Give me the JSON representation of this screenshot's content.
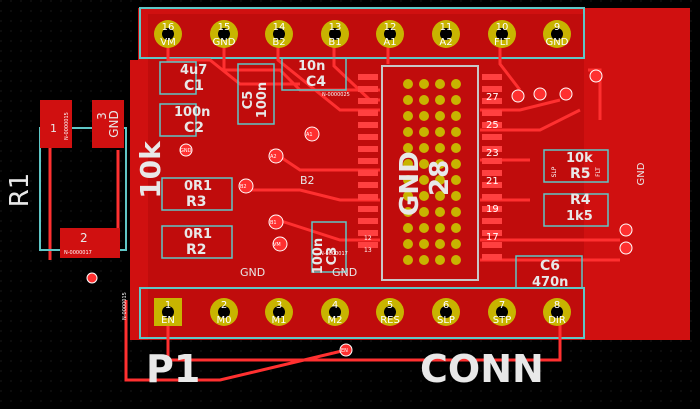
{
  "colors": {
    "board": "#d01010",
    "copper": "#ff2a2a",
    "pad": "#c8b400",
    "outline": "#5fc7c7",
    "silk": "#e0e0e0",
    "background": "#000000"
  },
  "header_top": {
    "pins": [
      {
        "num": "16",
        "name": "VM"
      },
      {
        "num": "15",
        "name": "GND"
      },
      {
        "num": "14",
        "name": "B2"
      },
      {
        "num": "13",
        "name": "B1"
      },
      {
        "num": "12",
        "name": "A1"
      },
      {
        "num": "11",
        "name": "A2"
      },
      {
        "num": "10",
        "name": "FLT"
      },
      {
        "num": "9",
        "name": "GND"
      }
    ]
  },
  "header_bottom": {
    "pins": [
      {
        "num": "1",
        "name": "EN"
      },
      {
        "num": "2",
        "name": "M0"
      },
      {
        "num": "3",
        "name": "M1"
      },
      {
        "num": "4",
        "name": "M2"
      },
      {
        "num": "5",
        "name": "RES"
      },
      {
        "num": "6",
        "name": "SLP"
      },
      {
        "num": "7",
        "name": "STP"
      },
      {
        "num": "8",
        "name": "DIR"
      }
    ]
  },
  "labels": {
    "p1": "P1",
    "conn": "CONN",
    "r1": "R1",
    "r1_value": "10k",
    "gnd": "GND",
    "gnd2": "GND",
    "gnd_side": "GND",
    "b2": "B2",
    "c1": "C1",
    "c1_val": "4u7",
    "c2": "C2",
    "c2_val": "100n",
    "c4": "C4",
    "c4_val": "10n",
    "c5": "C5",
    "c5_val": "100n",
    "c6": "C6",
    "c6_val": "470n",
    "c3": "C3",
    "c3_val": "100n",
    "r2": "R2",
    "r2_val": "0R1",
    "r3": "R3",
    "r3_val": "0R1",
    "r4": "R4",
    "r4_val": "1k5",
    "r5": "R5",
    "r5_val": "10k",
    "ic_gnd": "GND",
    "ic_28": "28",
    "slp": "SLP",
    "flt": "FLT",
    "n25": "N-0000025",
    "n17": "N-0000017",
    "n15": "N-0000015",
    "n15b": "N-0000015",
    "n17b": "N-0000017",
    "pad_r1_1": "1",
    "pad_r1_2": "2",
    "pad_gnd3": "3",
    "pad_gnd_lbl": "GND",
    "ic_pin_27": "27",
    "ic_pin_25": "25",
    "ic_pin_23": "23",
    "ic_pin_21": "21",
    "ic_pin_19": "19",
    "ic_pin_17": "17",
    "ic_pin_12": "12",
    "ic_pin_13": "13",
    "via_a1": "A1",
    "via_a2": "A2",
    "via_b1": "B1",
    "via_b2": "B2",
    "via_vm": "VM",
    "via_en": "EN",
    "via_gnd": "GND"
  }
}
